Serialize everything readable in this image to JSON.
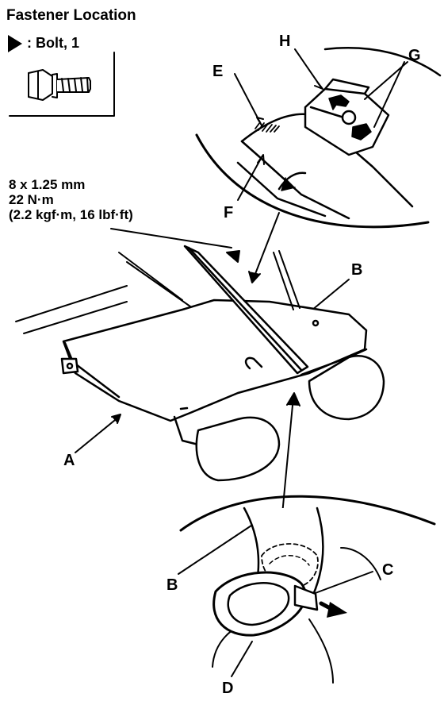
{
  "header": {
    "title": "Fastener Location",
    "legend_text": ": Bolt, 1"
  },
  "spec": {
    "line1": "8 x 1.25 mm",
    "line2": "22 N·m",
    "line3": "(2.2 kgf·m, 16 lbf·ft)"
  },
  "labels": {
    "A": "A",
    "B_main": "B",
    "B_detail": "B",
    "C": "C",
    "D": "D",
    "E": "E",
    "F": "F",
    "G": "G",
    "H": "H"
  }
}
